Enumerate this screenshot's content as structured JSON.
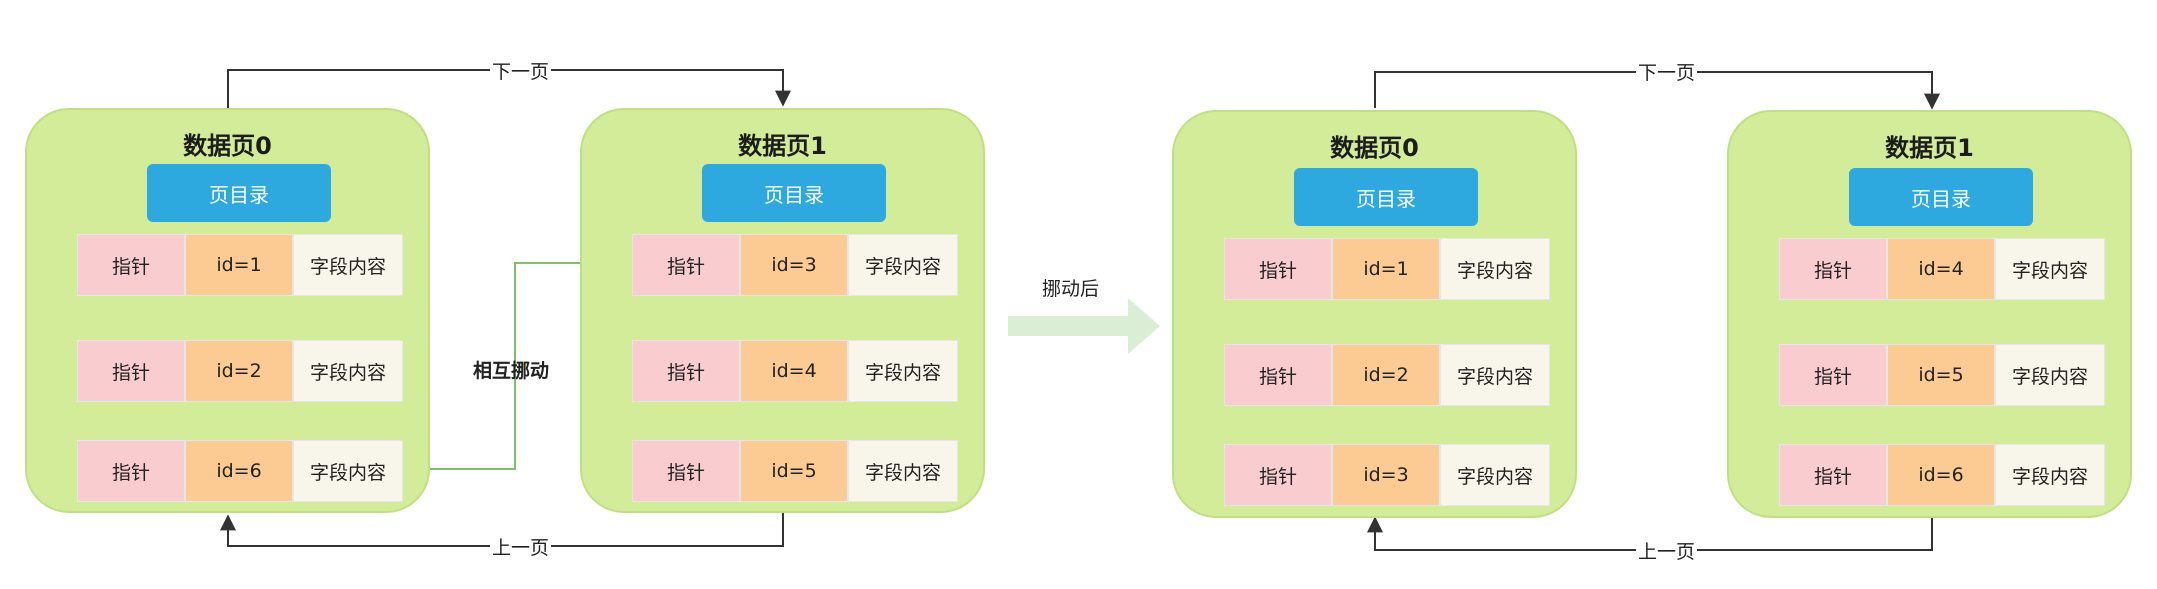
{
  "labels": {
    "next_page": "下一页",
    "prev_page": "上一页",
    "mutual_move": "相互挪动",
    "after_move": "挪动后"
  },
  "before": {
    "page0": {
      "title": "数据页0",
      "directory": "页目录",
      "records": [
        {
          "pointer": "指针",
          "id": "id=1",
          "content": "字段内容"
        },
        {
          "pointer": "指针",
          "id": "id=2",
          "content": "字段内容"
        },
        {
          "pointer": "指针",
          "id": "id=6",
          "content": "字段内容"
        }
      ]
    },
    "page1": {
      "title": "数据页1",
      "directory": "页目录",
      "records": [
        {
          "pointer": "指针",
          "id": "id=3",
          "content": "字段内容"
        },
        {
          "pointer": "指针",
          "id": "id=4",
          "content": "字段内容"
        },
        {
          "pointer": "指针",
          "id": "id=5",
          "content": "字段内容"
        }
      ]
    }
  },
  "after": {
    "page0": {
      "title": "数据页0",
      "directory": "页目录",
      "records": [
        {
          "pointer": "指针",
          "id": "id=1",
          "content": "字段内容"
        },
        {
          "pointer": "指针",
          "id": "id=2",
          "content": "字段内容"
        },
        {
          "pointer": "指针",
          "id": "id=3",
          "content": "字段内容"
        }
      ]
    },
    "page1": {
      "title": "数据页1",
      "directory": "页目录",
      "records": [
        {
          "pointer": "指针",
          "id": "id=4",
          "content": "字段内容"
        },
        {
          "pointer": "指针",
          "id": "id=5",
          "content": "字段内容"
        },
        {
          "pointer": "指针",
          "id": "id=6",
          "content": "字段内容"
        }
      ]
    }
  },
  "colors": {
    "page_bg": "#d3ec9a",
    "directory": "#2ea9e0",
    "pointer_cell": "#f9cccf",
    "id_cell": "#fbcb93",
    "content_cell": "#f8f6ea",
    "move_arrow": "#7cc36a",
    "after_arrow": "#d9eed5"
  }
}
